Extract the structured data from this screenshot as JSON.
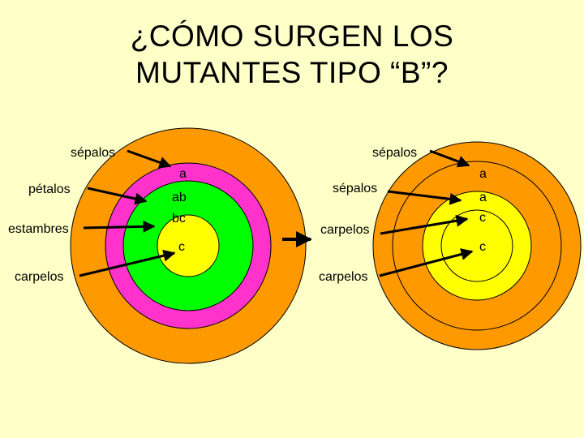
{
  "title": {
    "line1": "¿CÓMO SURGEN LOS",
    "line2": "MUTANTES TIPO “B”?"
  },
  "colors": {
    "background": "#ffffc8",
    "sepals": "#ff9900",
    "petals": "#ff33cc",
    "stamens": "#00ff00",
    "carpels": "#ffff00",
    "outline": "#000000"
  },
  "wild_type": {
    "labels": {
      "sepals": "sépalos",
      "petals": "pétalos",
      "stamens": "estambres",
      "carpels": "carpelos"
    },
    "genes": {
      "whorl1": "a",
      "whorl2": "ab",
      "whorl3": "bc",
      "whorl4": "c"
    }
  },
  "mutant": {
    "labels": {
      "sepals_outer": "sépalos",
      "sepals_inner": "sépalos",
      "carpels_outer": "carpelos",
      "carpels_inner": "carpelos"
    },
    "genes": {
      "whorl1": "a",
      "whorl2": "a",
      "whorl3": "c",
      "whorl4": "c"
    }
  }
}
